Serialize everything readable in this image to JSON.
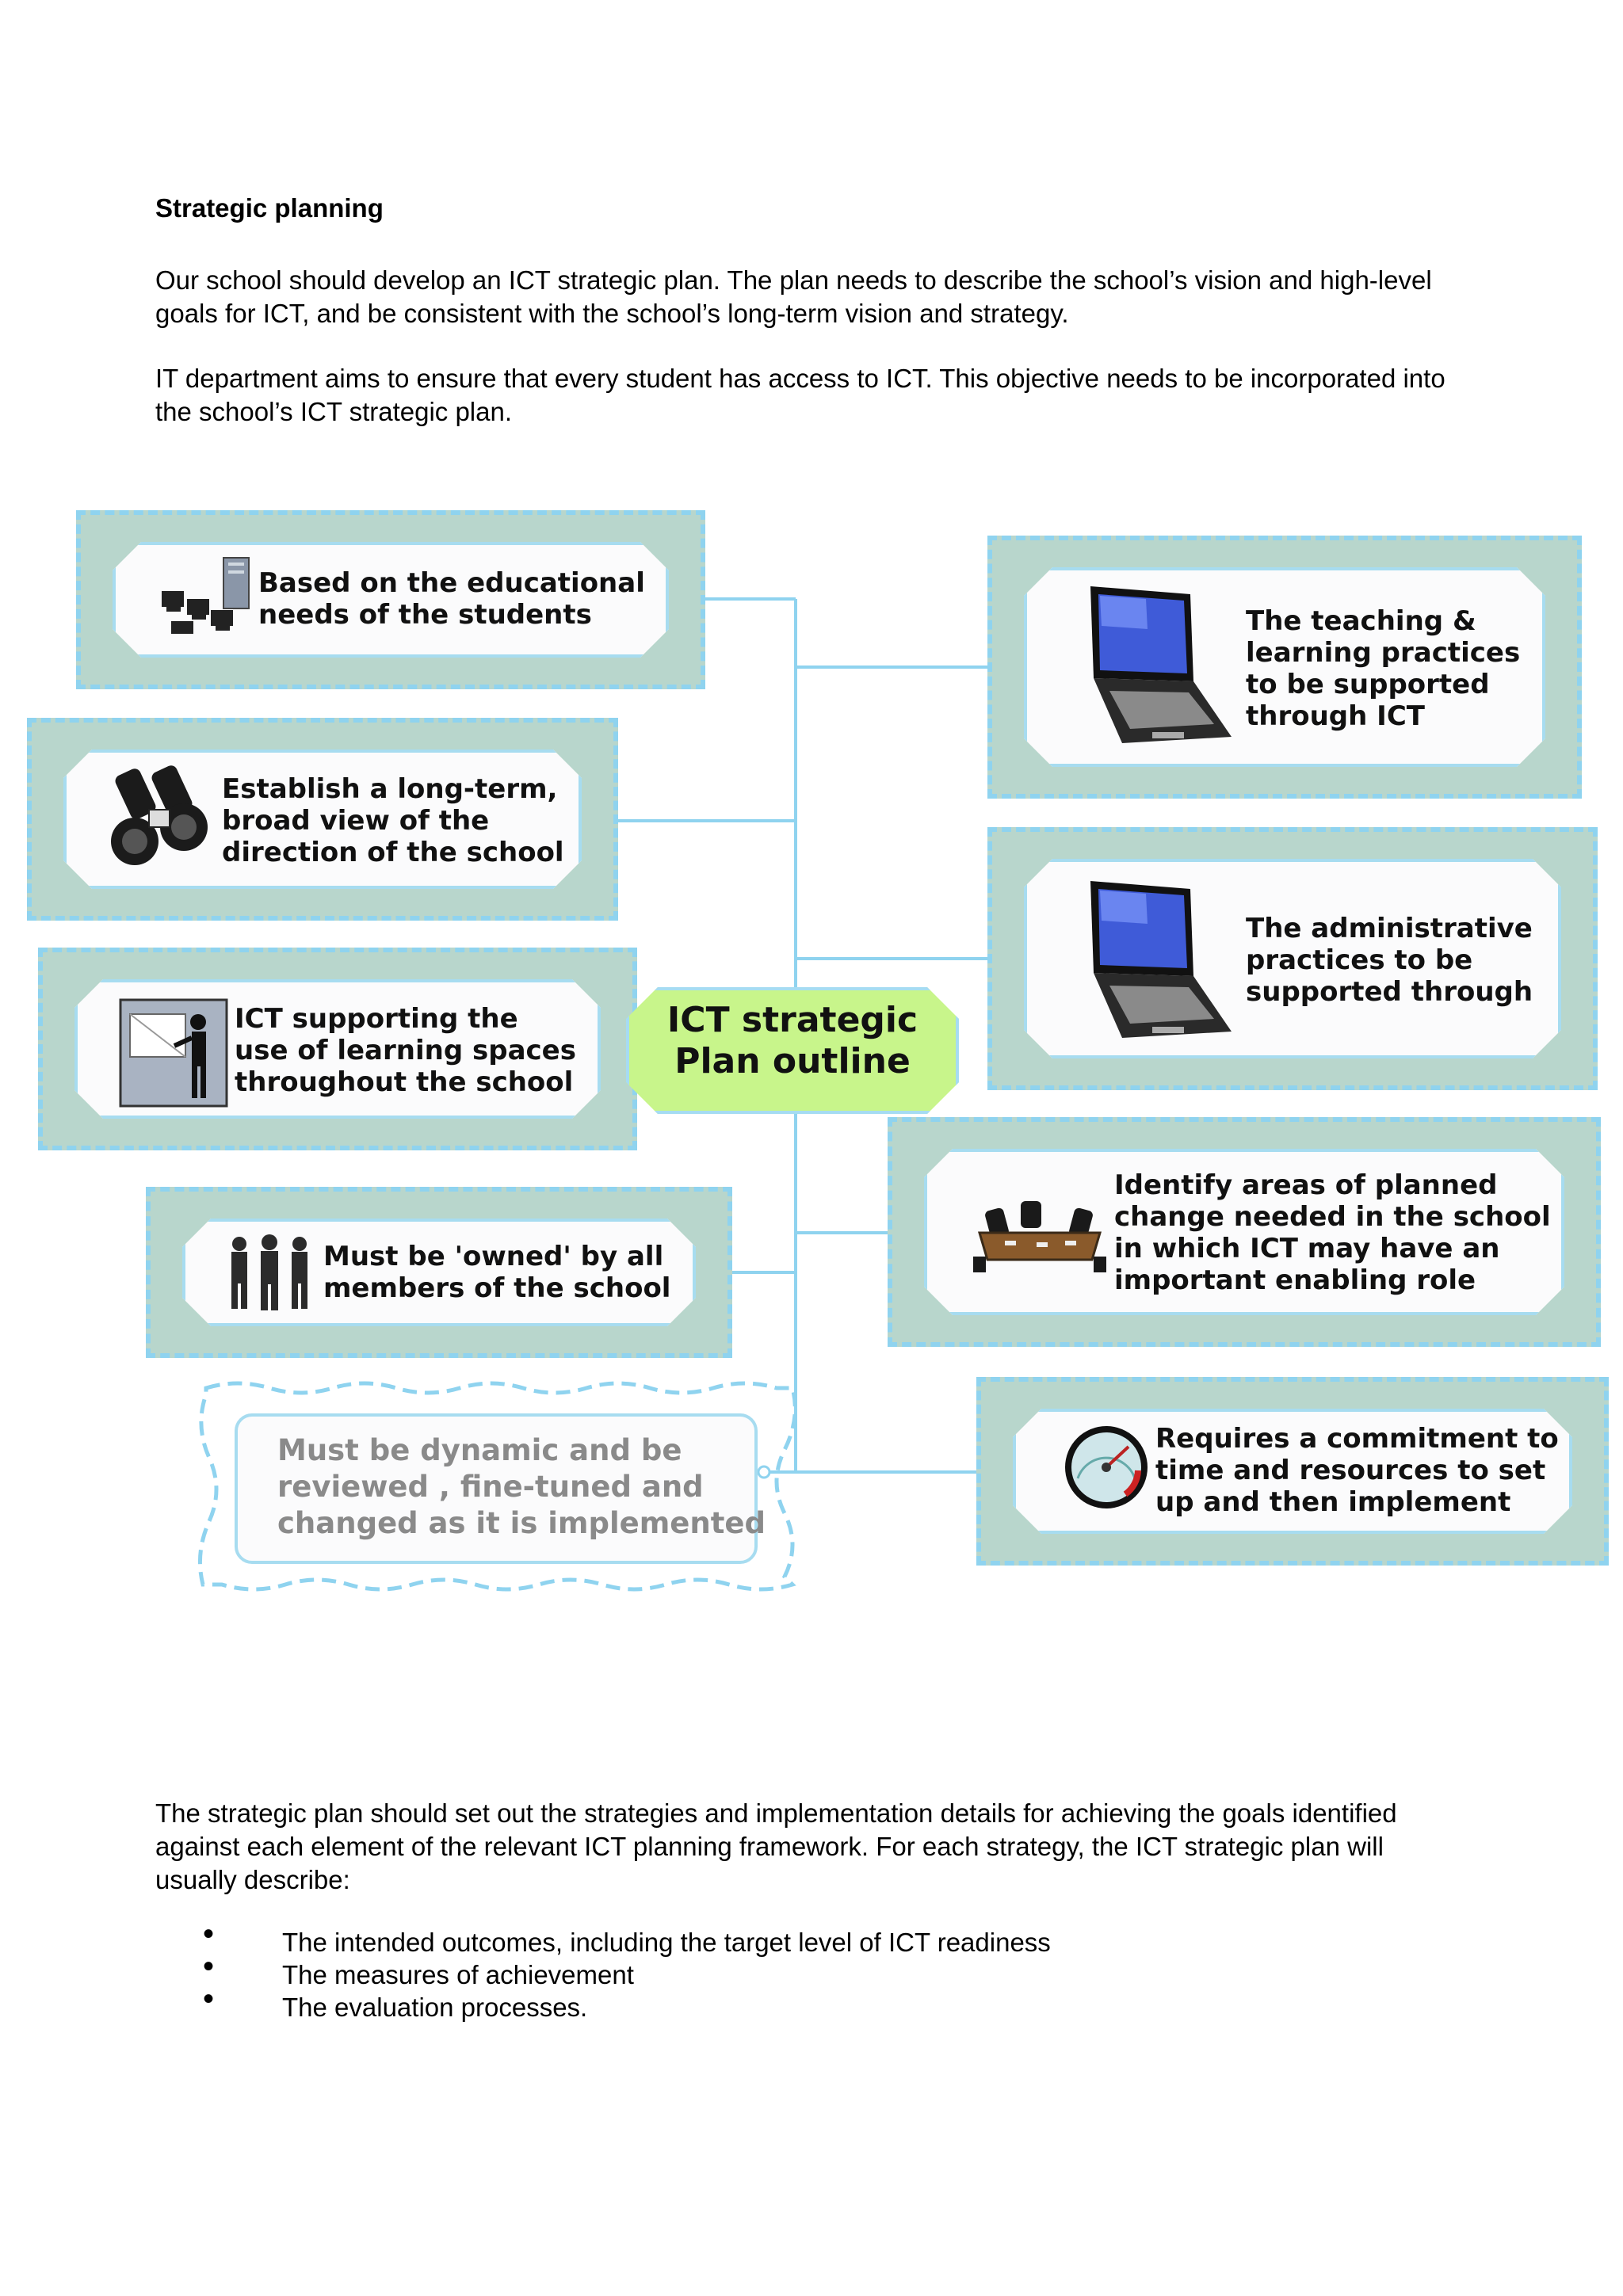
{
  "heading": "Strategic planning",
  "intro_paragraphs": [
    "Our school should develop an ICT strategic plan. The plan needs to describe the school’s vision and high-level goals for ICT, and be consistent with the school’s long-term vision and strategy.",
    "IT department aims to ensure that every student has access to ICT. This objective needs to be incorporated into the school’s ICT strategic plan."
  ],
  "diagram": {
    "center": "ICT strategic\nPlan outline",
    "left_nodes": [
      {
        "text": "Based on the educational\nneeds of the students",
        "icon": "network-computers-icon"
      },
      {
        "text": "Establish a long-term,\nbroad view of the\ndirection of the school",
        "icon": "binoculars-icon"
      },
      {
        "text": "ICT supporting the\nuse of learning spaces\nthroughout the school",
        "icon": "presenter-board-icon"
      },
      {
        "text": "Must be 'owned' by all\nmembers of the school",
        "icon": "people-group-icon"
      },
      {
        "text": "Must be dynamic and be\nreviewed , fine-tuned and\nchanged as it is implemented",
        "icon": ""
      }
    ],
    "right_nodes": [
      {
        "text": "The teaching &\nlearning practices\nto be supported\nthrough ICT",
        "icon": "laptop-icon"
      },
      {
        "text": "The administrative\npractices to be\nsupported through",
        "icon": "laptop-icon"
      },
      {
        "text": "Identify areas of planned\nchange needed in the school\nin which ICT may have an\nimportant enabling role",
        "icon": "meeting-table-icon"
      },
      {
        "text": "Requires a commitment to\ntime and resources to set\nup and then implement",
        "icon": "gauge-icon"
      }
    ],
    "colors": {
      "outer": "#b8d6cc",
      "dash": "#8fd3ef",
      "center": "#c8f58b",
      "connector": "#8fd3ef"
    }
  },
  "closing_paragraph": "The strategic plan should set out the strategies and implementation details for achieving the goals identified against each element of the relevant ICT planning framework. For each strategy, the ICT strategic plan will usually describe:",
  "bullets": [
    "The intended outcomes, including the target level of ICT readiness",
    "The measures of achievement",
    "The evaluation processes."
  ]
}
